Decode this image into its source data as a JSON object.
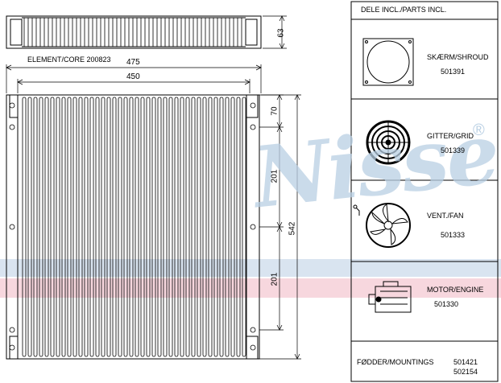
{
  "drawing": {
    "core_label": "ELEMENT/CORE 200823",
    "dimensions": {
      "core_thickness": "63",
      "overall_width": "475",
      "core_width": "450",
      "overall_height": "542",
      "top_offset": "70",
      "mount_spacing_upper": "201",
      "mount_spacing_lower": "201"
    }
  },
  "watermark": {
    "text": "Nissens",
    "registered_mark": "®",
    "color": "#b9cfe3",
    "stripe_blue": "#c9d9ea",
    "stripe_pink": "#f3c6d0"
  },
  "parts_panel": {
    "header": "DELE INCL./PARTS INCL.",
    "items": [
      {
        "label": "SKÆRM/SHROUD",
        "number": "501391",
        "icon": "shroud-icon"
      },
      {
        "label": "GITTER/GRID",
        "number": "501339",
        "icon": "grid-icon"
      },
      {
        "label": "VENT./FAN",
        "number": "501333",
        "icon": "fan-icon"
      },
      {
        "label": "MOTOR/ENGINE",
        "number": "501330",
        "icon": "motor-icon"
      }
    ],
    "mountings": {
      "label": "FØDDER/MOUNTINGS",
      "numbers": [
        "501421",
        "502154"
      ]
    }
  }
}
